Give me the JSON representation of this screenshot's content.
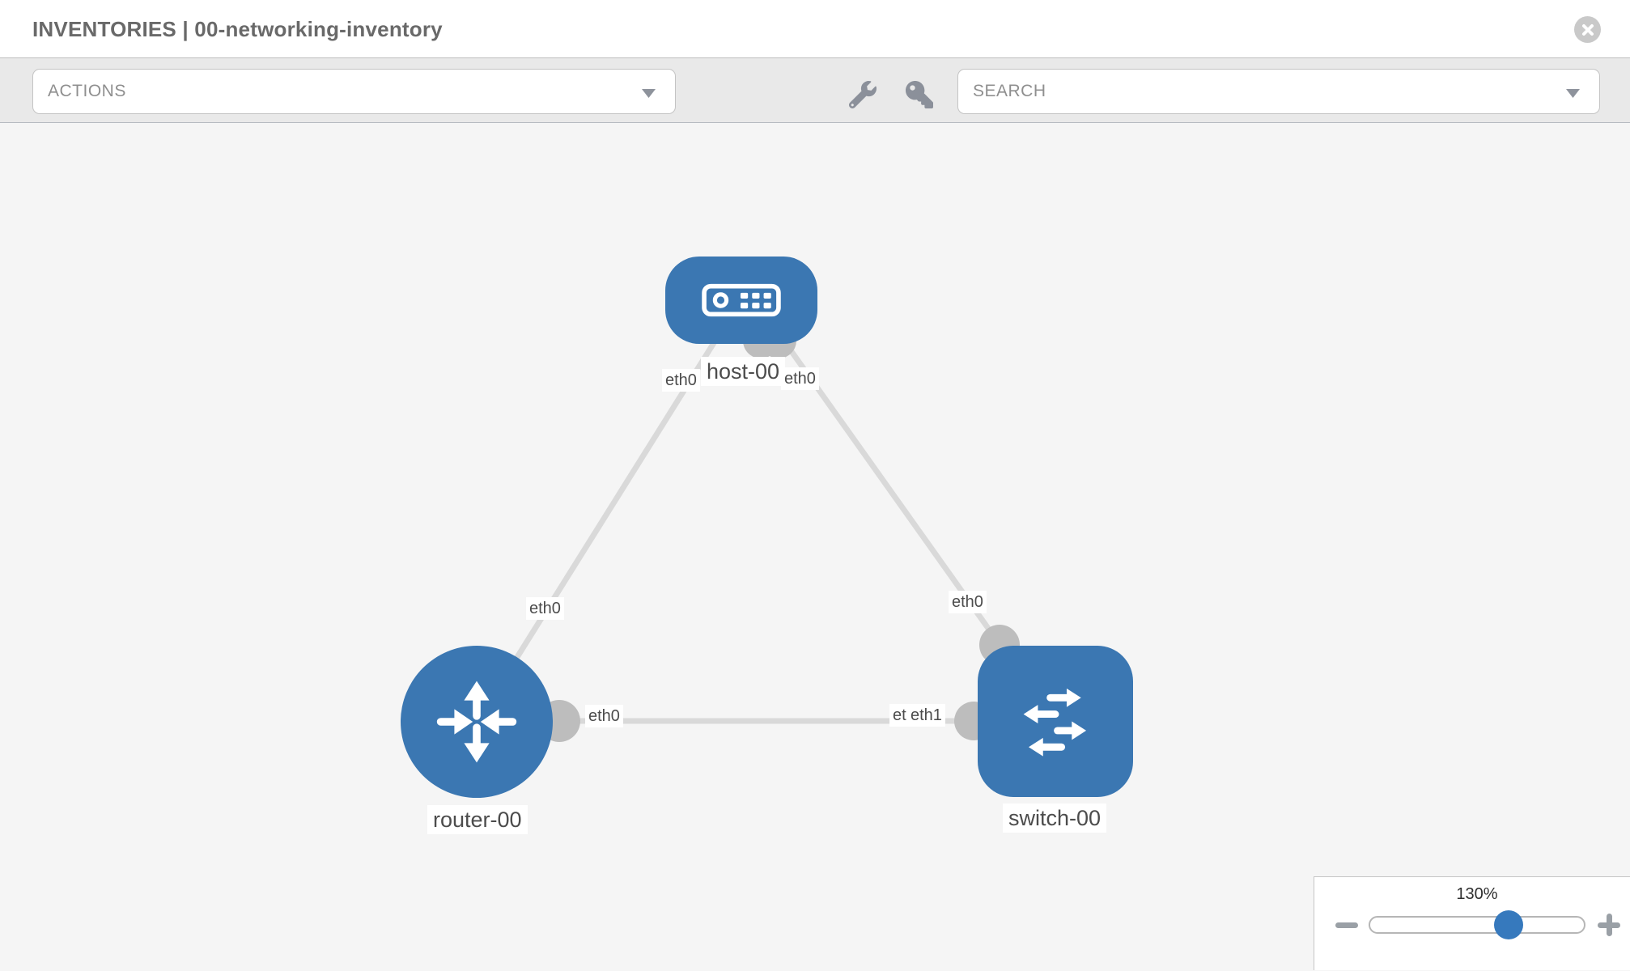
{
  "header": {
    "title": "INVENTORIES | 00-networking-inventory"
  },
  "toolbar": {
    "actions_label": "ACTIONS",
    "search_label": "SEARCH"
  },
  "canvas": {
    "nodes": [
      {
        "name": "host-00",
        "type": "host"
      },
      {
        "name": "router-00",
        "type": "router"
      },
      {
        "name": "switch-00",
        "type": "switch"
      }
    ],
    "links": [
      {
        "source": "host-00",
        "source_interface": "eth0",
        "target": "router-00",
        "target_interface": "eth0"
      },
      {
        "source": "host-00",
        "source_interface": "eth0",
        "target": "switch-00",
        "target_interface": "eth0"
      },
      {
        "source": "router-00",
        "source_interface": "eth0",
        "target": "switch-00",
        "target_interface": "eth1"
      }
    ]
  },
  "zoom_control": {
    "level": "130%"
  },
  "colors": {
    "node_blue": "#3b77b2",
    "thumb_blue": "#3679bd",
    "link_gray": "#d9d9d9",
    "connector_gray": "#bdbdbd"
  }
}
